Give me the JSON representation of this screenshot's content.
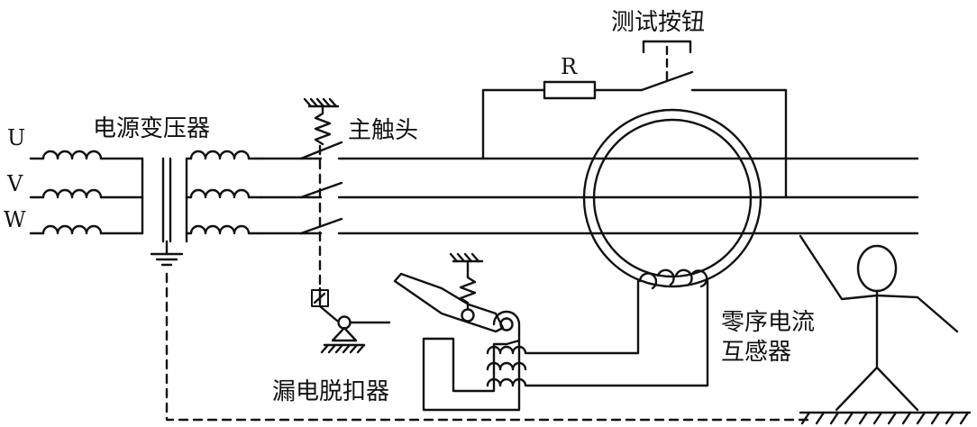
{
  "labels": {
    "test_button": "测试按钮",
    "resistor": "R",
    "main_contact": "主触头",
    "power_transformer": "电源变压器",
    "phase_u": "U",
    "phase_v": "V",
    "phase_w": "W",
    "zero_seq_ct_line1": "零序电流",
    "zero_seq_ct_line2": "互感器",
    "leakage_release": "漏电脱扣器"
  }
}
